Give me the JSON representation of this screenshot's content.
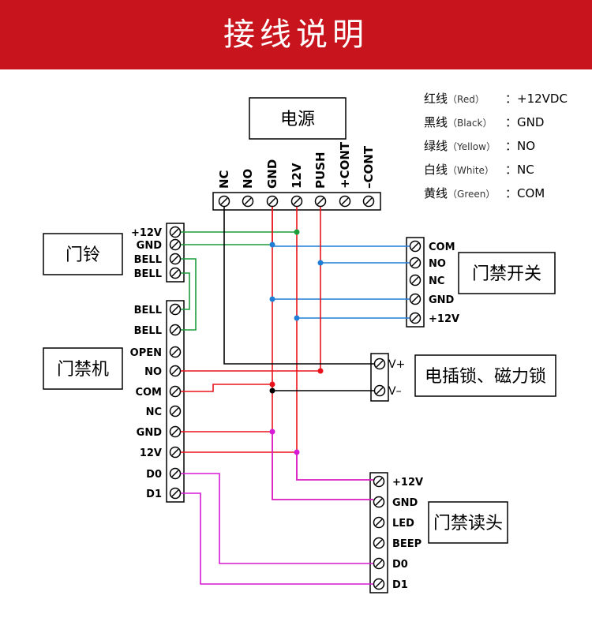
{
  "banner": {
    "title": "接线说明"
  },
  "boxes": {
    "power": "电源",
    "doorbell": "门铃",
    "controller": "门禁机",
    "exit_switch": "门禁开关",
    "lock": "电插锁、磁力锁",
    "reader": "门禁读头"
  },
  "legend": [
    {
      "name": "红线",
      "paren": "（Red）",
      "value": "：+12VDC"
    },
    {
      "name": "黑线",
      "paren": "（Black）",
      "value": "：GND"
    },
    {
      "name": "绿线",
      "paren": "（Yellow）",
      "value": "：NO"
    },
    {
      "name": "白线",
      "paren": "（White）",
      "value": "：NC"
    },
    {
      "name": "黄线",
      "paren": "（Green）",
      "value": "：COM"
    }
  ],
  "power_terminals": [
    "NC",
    "NO",
    "GND",
    "12V",
    "PUSH",
    "+CONT",
    "–CONT"
  ],
  "doorbell_terminals": [
    "+12V",
    "GND",
    "BELL",
    "BELL"
  ],
  "controller_terminals": [
    "BELL",
    "BELL",
    "OPEN",
    "NO",
    "COM",
    "NC",
    "GND",
    "12V",
    "D0",
    "D1"
  ],
  "switch_terminals": [
    "COM",
    "NO",
    "NC",
    "GND",
    "+12V"
  ],
  "lock_terminals": [
    "V+",
    "V–"
  ],
  "reader_terminals": [
    "+12V",
    "GND",
    "LED",
    "BEEP",
    "D0",
    "D1"
  ],
  "colors": {
    "banner": "#c8151d",
    "red_wire": "#e8131b",
    "green_wire": "#1a9c3a",
    "blue_wire": "#1f7fd6",
    "black_wire": "#000000",
    "magenta_wire": "#d61ad6"
  }
}
